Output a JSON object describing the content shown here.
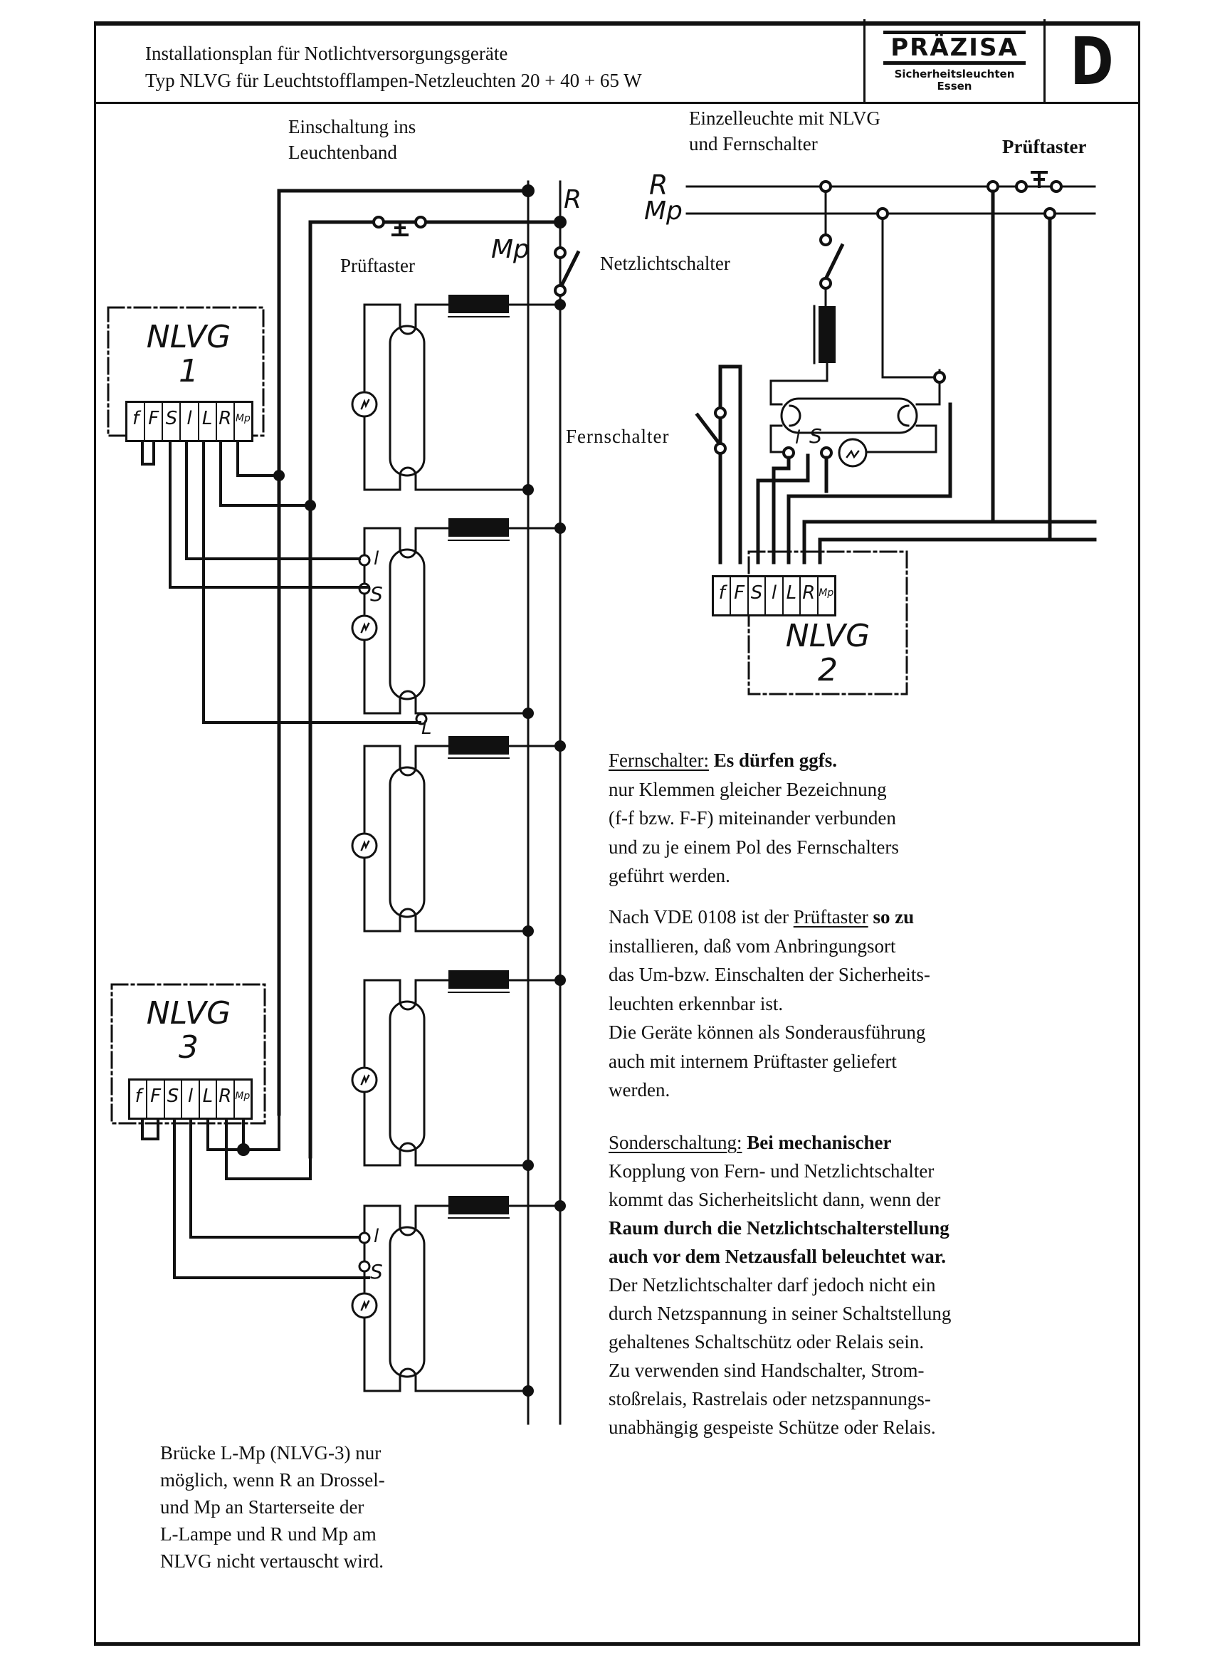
{
  "header": {
    "title_line1": "Installationsplan für Notlichtversorgungsgeräte",
    "title_line2": "Typ NLVG für Leuchtstofflampen-Netzleuchten 20 + 40 + 65 W",
    "logo_brand": "PRÄZISA",
    "logo_subtitle": "Sicherheitsleuchten",
    "logo_city": "Essen",
    "sheet_letter": "D"
  },
  "left_diagram": {
    "title_line1": "Einschaltung ins",
    "title_line2": "Leuchtenband",
    "test_button_label": "Prüftaster",
    "bus_labels": {
      "r": "R",
      "mp": "Mp"
    },
    "mains_switch_label": "Netzlichtschalter",
    "remote_switch_label": "Fernschalter",
    "units": [
      {
        "name": "NLVG",
        "number": "1"
      },
      {
        "name": "NLVG",
        "number": "3"
      }
    ],
    "terminals": [
      "f",
      "F",
      "S",
      "l",
      "L",
      "R",
      "Mp"
    ],
    "lamp_pin_labels": {
      "l": "l",
      "s": "S",
      "L": "L"
    }
  },
  "right_diagram": {
    "title_line1": "Einzelleuchte mit NLVG",
    "title_line2": "und Fernschalter",
    "test_button_label": "Prüftaster",
    "bus_labels": {
      "r": "R",
      "mp": "Mp"
    },
    "unit": {
      "name": "NLVG",
      "number": "2"
    },
    "terminals": [
      "f",
      "F",
      "S",
      "l",
      "L",
      "R",
      "Mp"
    ],
    "lamp_pin_labels": {
      "l": "l",
      "s": "S"
    }
  },
  "notes": {
    "fernschalter": {
      "heading": "Fernschalter:",
      "lead": " Es dürfen ggfs.",
      "lines": [
        "nur Klemmen gleicher Bezeichnung",
        "(f-f bzw. F-F) miteinander verbunden",
        "und zu je einem Pol des Fernschalters",
        "geführt werden."
      ]
    },
    "vde": {
      "line1_pre": "Nach VDE 0108 ist der ",
      "line1_ul": "Prüftaster",
      "line1_post": " so zu",
      "lines": [
        "installieren, daß vom Anbringungsort",
        "das Um-bzw. Einschalten der Sicherheits-",
        "leuchten erkennbar ist.",
        "Die Geräte können als Sonderausführung",
        "auch mit internem Prüftaster geliefert",
        "werden."
      ]
    },
    "sonderschaltung": {
      "heading": "Sonderschaltung:",
      "lead": " Bei mechanischer",
      "lines": [
        "Kopplung von Fern- und Netzlichtschalter",
        "kommt das Sicherheitslicht dann, wenn der",
        "Raum durch die Netzlichtschalterstellung",
        "auch vor dem Netzausfall beleuchtet war.",
        "Der Netzlichtschalter darf jedoch nicht ein",
        "durch Netzspannung in seiner Schaltstellung",
        "gehaltenes Schaltschütz oder Relais sein.",
        "Zu verwenden sind Handschalter, Strom-",
        "stoßrelais, Rastrelais oder netzspannungs-",
        "unabhängig gespeiste Schütze oder Relais."
      ]
    },
    "bridge": {
      "lines": [
        "Brücke L-Mp (NLVG-3) nur",
        "möglich, wenn R an Drossel-",
        "und Mp an Starterseite der",
        "L-Lampe und R und Mp am",
        "NLVG nicht vertauscht wird."
      ]
    }
  }
}
